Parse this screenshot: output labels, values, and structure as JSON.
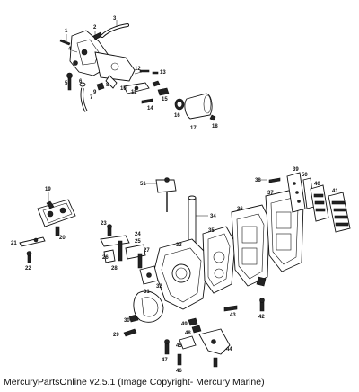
{
  "footer": {
    "text": "MercuryPartsOnline v2.5.1 (Image Copyright- Mercury Marine)"
  },
  "callouts": [
    "1",
    "2",
    "3",
    "4",
    "5",
    "6",
    "7",
    "8",
    "9",
    "10",
    "11",
    "12",
    "13",
    "14",
    "15",
    "16",
    "17",
    "18",
    "19",
    "20",
    "21",
    "22",
    "23",
    "24",
    "25",
    "26",
    "27",
    "28",
    "29",
    "30",
    "31",
    "32",
    "33",
    "34",
    "35",
    "36",
    "37",
    "38",
    "39",
    "40",
    "41",
    "42",
    "43",
    "44",
    "45",
    "46",
    "47",
    "48",
    "49",
    "50",
    "51"
  ]
}
